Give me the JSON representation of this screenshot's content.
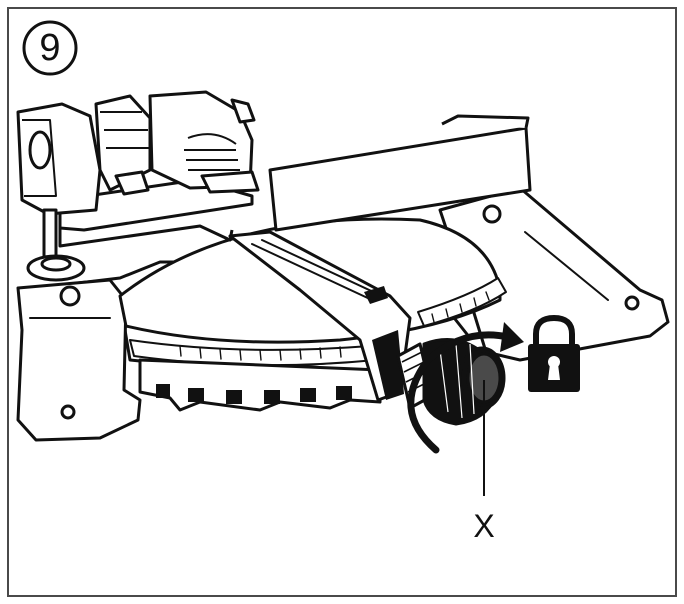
{
  "step": {
    "number": "9"
  },
  "callout": {
    "label": "X",
    "target": "miter-lock-knob"
  },
  "icons": {
    "lock": "padlock-icon",
    "rotate": "clockwise-arrow-icon"
  },
  "colors": {
    "ink": "#111111",
    "paper": "#ffffff",
    "frame": "#4a4a4a"
  }
}
